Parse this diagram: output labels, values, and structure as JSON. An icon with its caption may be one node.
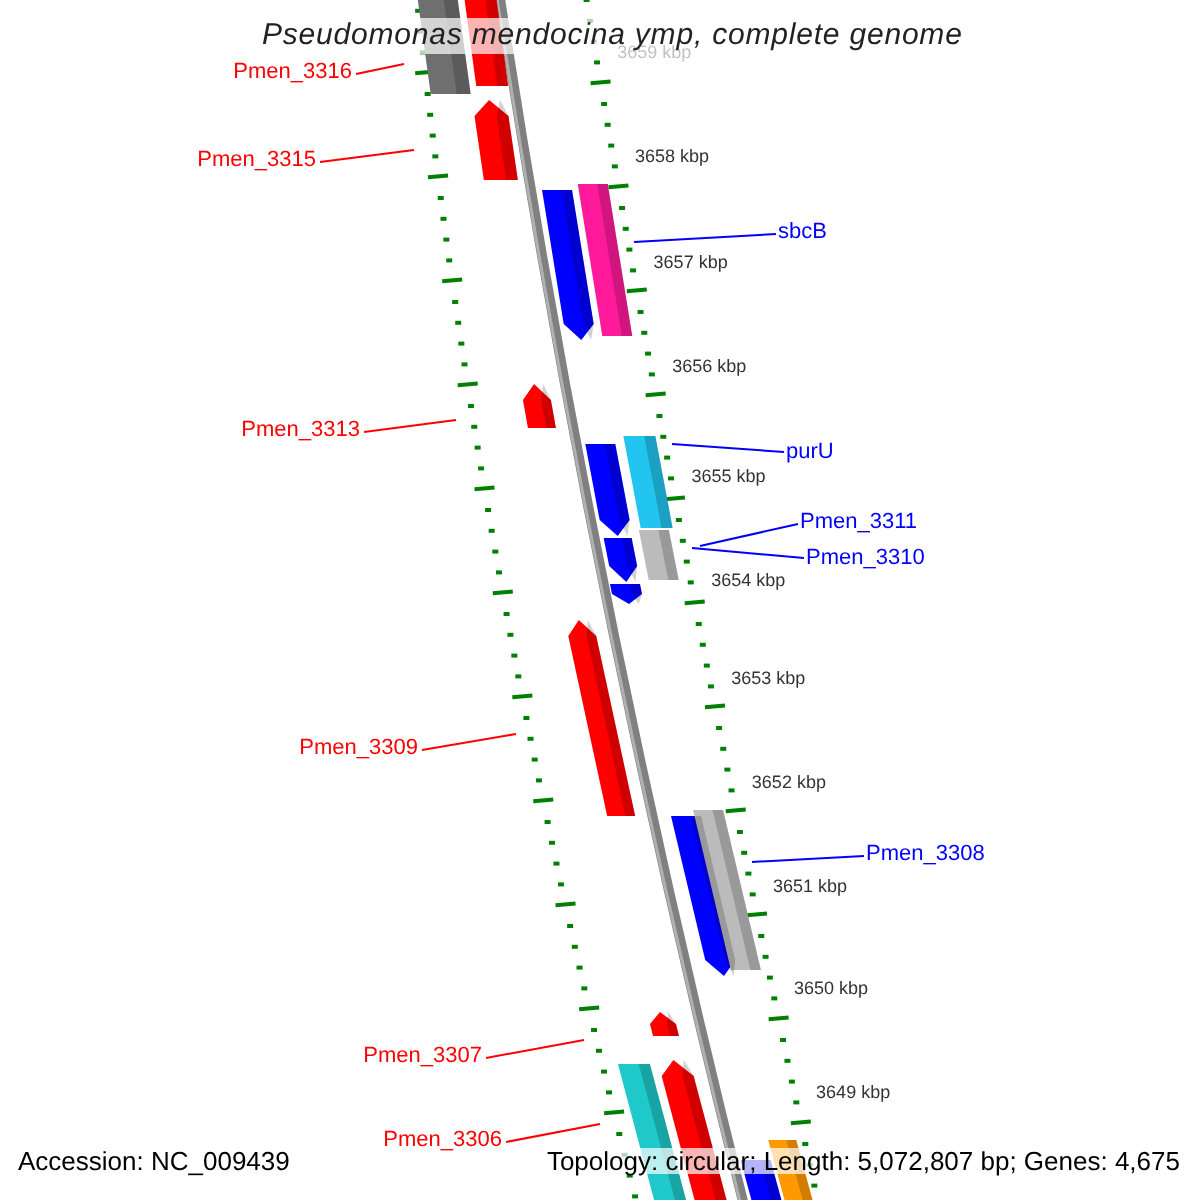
{
  "diagram": {
    "title": "Pseudomonas mendocina ymp, complete genome",
    "nodes": [
      {
        "text": [
          "Pmen_3316"
        ]
      },
      {
        "text": [
          "Pmen_3315"
        ]
      },
      {
        "text": [
          "sbcB"
        ]
      },
      {
        "text": [
          "Pmen_3313"
        ]
      },
      {
        "text": [
          "purU"
        ]
      },
      {
        "text": [
          "Pmen_3311"
        ]
      },
      {
        "text": [
          "Pmen_3310"
        ]
      },
      {
        "text": [
          "Pmen_3309"
        ]
      },
      {
        "text": [
          "Pmen_3308"
        ]
      },
      {
        "text": [
          "Pmen_3307"
        ]
      },
      {
        "text": [
          "Pmen_3306"
        ]
      }
    ],
    "edges": [
      {
        "from": 0,
        "to": null,
        "arrow": "none"
      },
      {
        "from": 1,
        "to": null,
        "arrow": "none"
      },
      {
        "from": 2,
        "to": null,
        "arrow": "none",
        "color": "#0000ff"
      },
      {
        "from": 3,
        "to": null,
        "arrow": "none"
      },
      {
        "from": 4,
        "to": null,
        "arrow": "none",
        "color": "#0000ff"
      },
      {
        "from": 5,
        "to": null,
        "arrow": "none",
        "color": "#0000ff"
      },
      {
        "from": 6,
        "to": null,
        "arrow": "none",
        "color": "#0000ff"
      },
      {
        "from": 7,
        "to": null,
        "arrow": "none"
      },
      {
        "from": 8,
        "to": null,
        "arrow": "none",
        "color": "#0000ff"
      },
      {
        "from": 9,
        "to": null,
        "arrow": "none"
      },
      {
        "from": 10,
        "to": null,
        "arrow": "none"
      }
    ],
    "labels": [
      "3659 kbp",
      "3658 kbp",
      "3657 kbp",
      "3656 kbp",
      "3655 kbp",
      "3654 kbp",
      "3653 kbp",
      "3652 kbp",
      "3651 kbp",
      "3650 kbp",
      "3649 kbp",
      "Accession: NC_009439",
      "Topology: circular; Length: 5,072,807 bp; Genes: 4,675"
    ]
  }
}
